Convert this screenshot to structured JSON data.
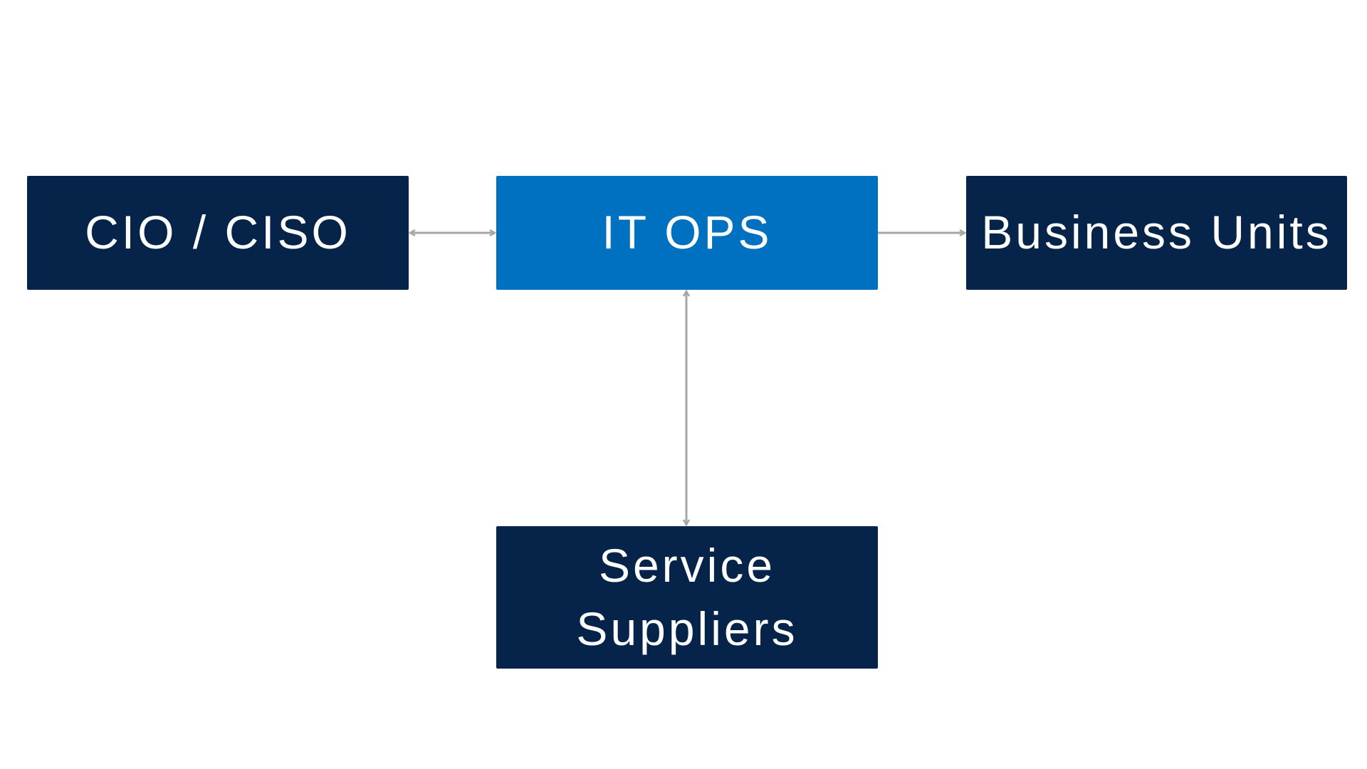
{
  "colors": {
    "background": "#ffffff",
    "node_dark": "#06244a",
    "node_accent": "#0070c0",
    "connector": "#a6a6a6"
  },
  "nodes": {
    "cio": {
      "label": "CIO / CISO"
    },
    "itops": {
      "label": "IT OPS"
    },
    "business_units": {
      "label": "Business Units"
    },
    "service_suppliers": {
      "line1": "Service",
      "line2": "Suppliers"
    }
  },
  "edges": [
    {
      "from": "cio",
      "to": "itops",
      "direction": "both"
    },
    {
      "from": "itops",
      "to": "business_units",
      "direction": "forward"
    },
    {
      "from": "itops",
      "to": "service_suppliers",
      "direction": "both"
    }
  ]
}
